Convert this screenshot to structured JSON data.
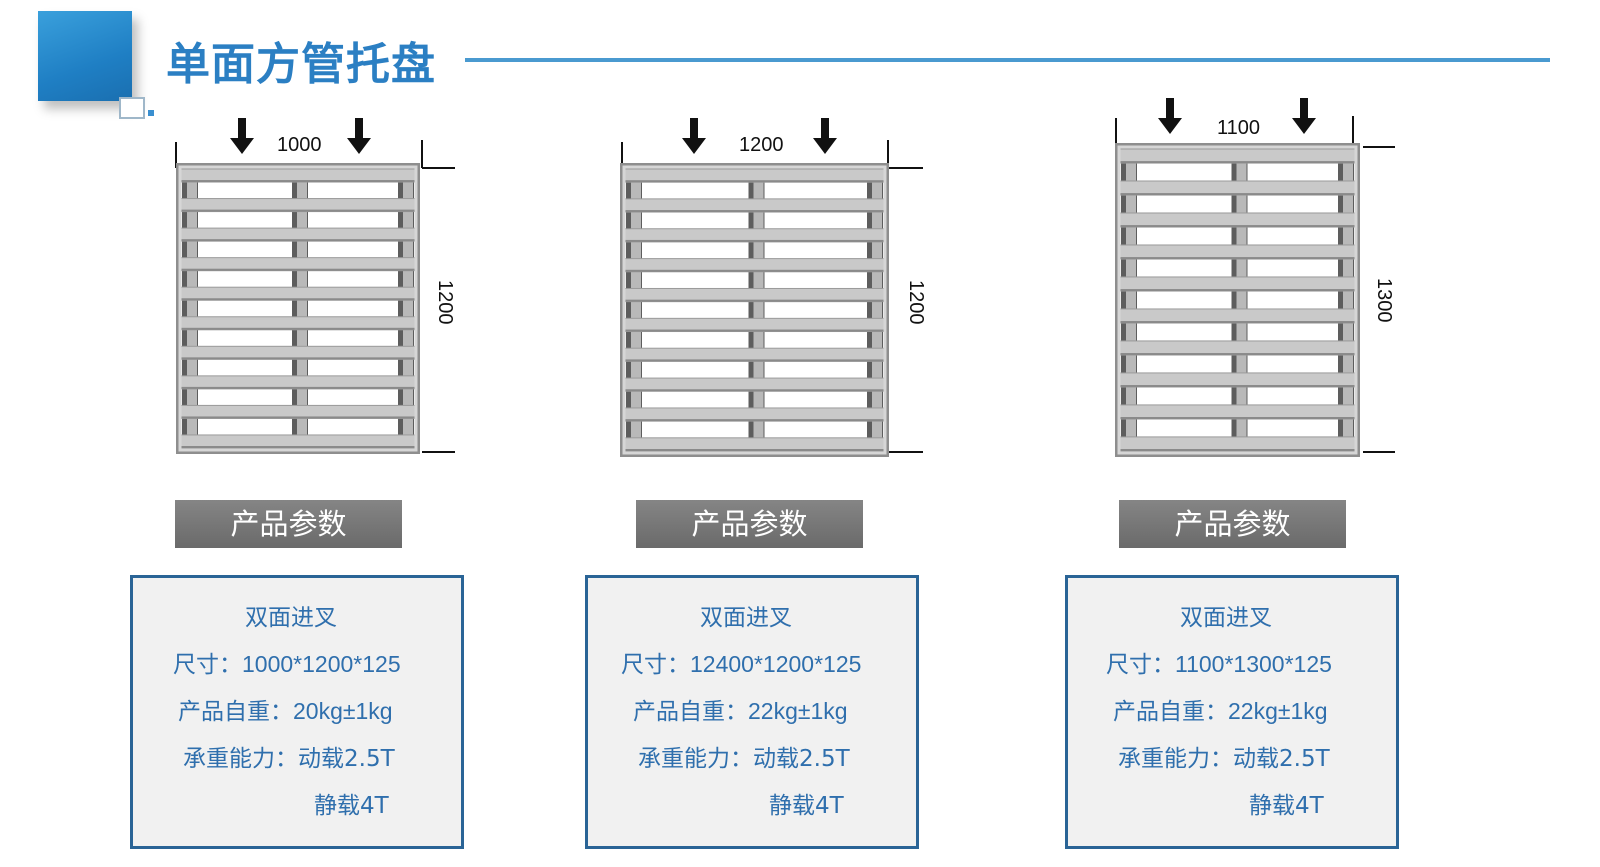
{
  "page": {
    "title": "单面方管托盘"
  },
  "param_label": "产品参数",
  "products": [
    {
      "dims": {
        "width": "1000",
        "height": "1200"
      },
      "specs": {
        "fork": "双面进叉",
        "size_label": "尺寸：",
        "size_value": "1000*1200*125",
        "weight_label": "产品自重：",
        "weight_value": "20kg±1kg",
        "load_label": "承重能力：",
        "dynamic_load": "动载2.5T",
        "static_load": "静载4T"
      }
    },
    {
      "dims": {
        "width": "1200",
        "height": "1200"
      },
      "specs": {
        "fork": "双面进叉",
        "size_label": "尺寸：",
        "size_value": "12400*1200*125",
        "weight_label": "产品自重：",
        "weight_value": "22kg±1kg",
        "load_label": "承重能力：",
        "dynamic_load": "动载2.5T",
        "static_load": "静载4T"
      }
    },
    {
      "dims": {
        "width": "1100",
        "height": "1300"
      },
      "specs": {
        "fork": "双面进叉",
        "size_label": "尺寸：",
        "size_value": "1100*1300*125",
        "weight_label": "产品自重：",
        "weight_value": "22kg±1kg",
        "load_label": "承重能力：",
        "dynamic_load": "动载2.5T",
        "static_load": "静载4T"
      }
    }
  ],
  "colors": {
    "title": "#2b7fc3",
    "accent_line": "#4a9ad0",
    "spec_text": "#2f6fad",
    "spec_border": "#2a6496",
    "param_bar": "#777777"
  }
}
